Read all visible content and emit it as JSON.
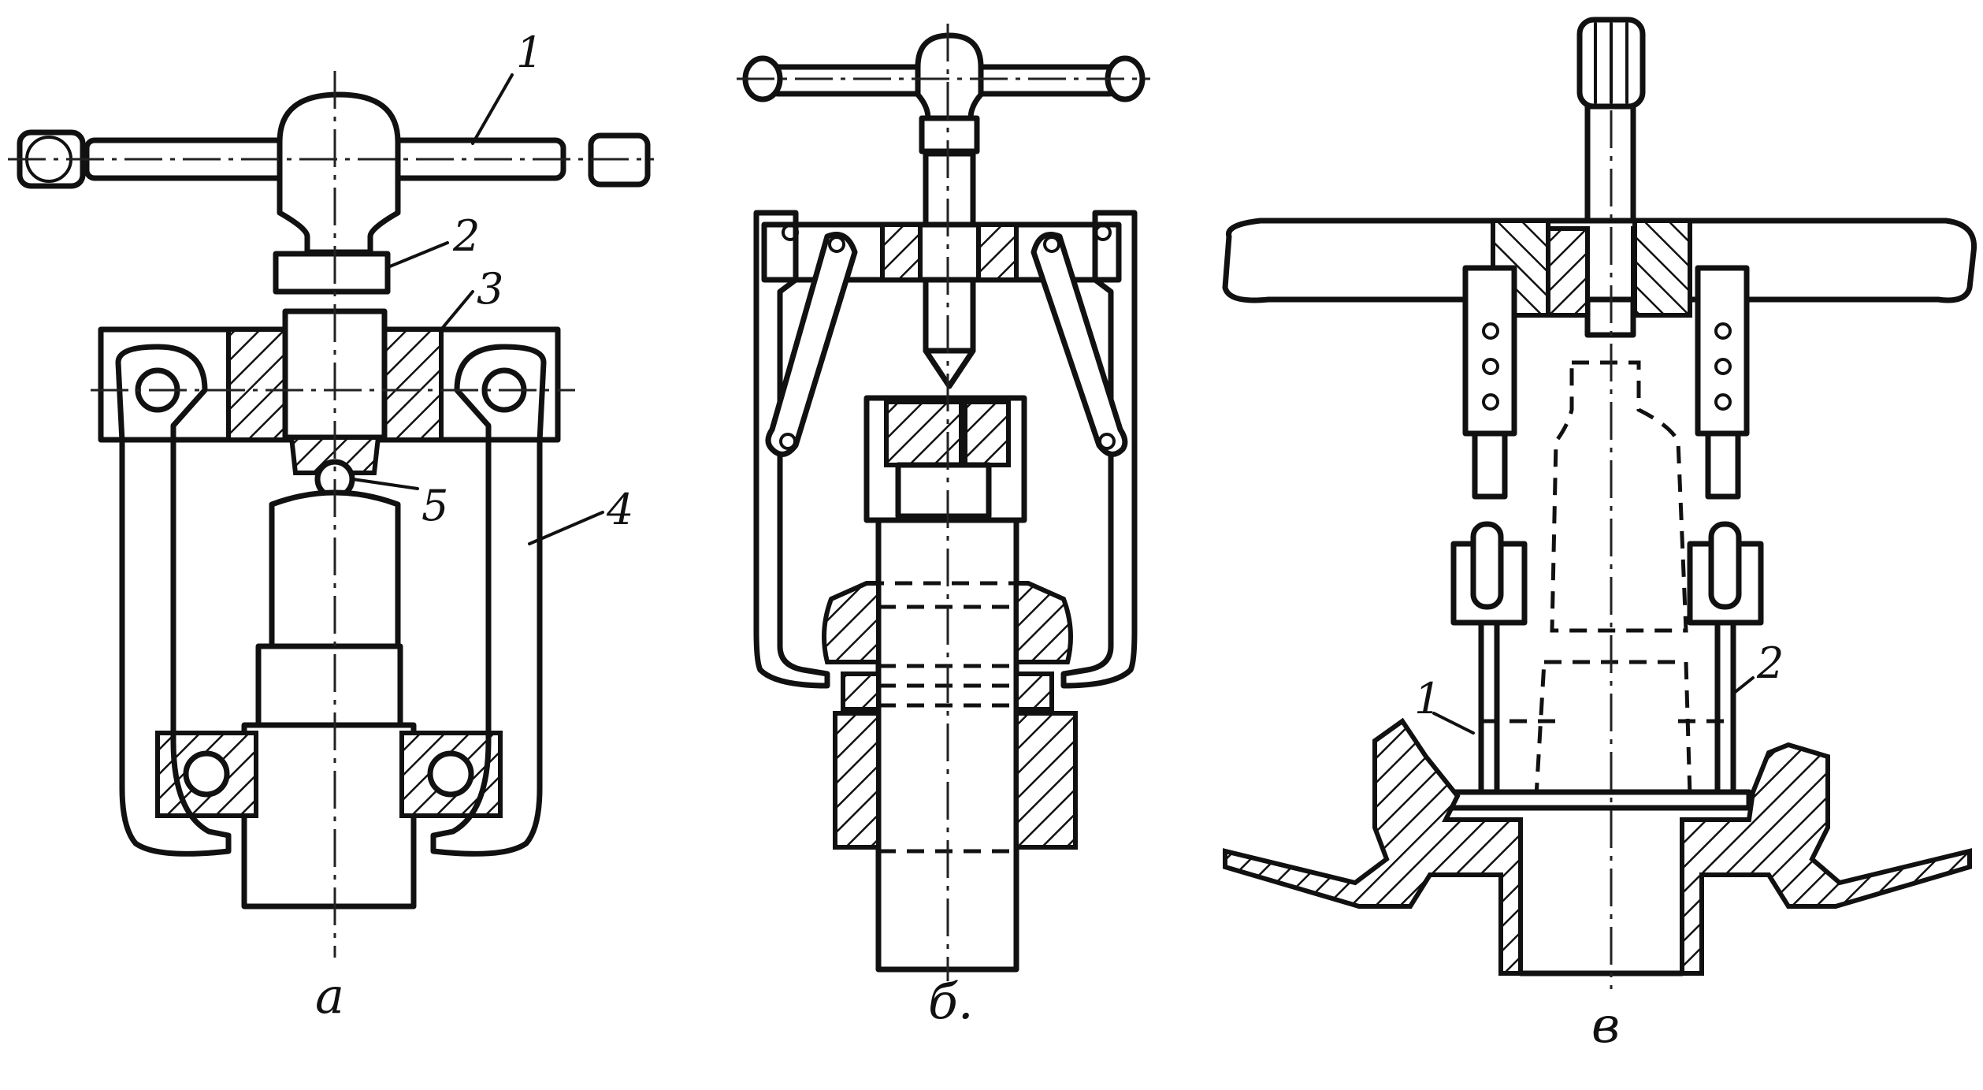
{
  "figures": [
    {
      "id": "a",
      "caption": "а",
      "labels": [
        "1",
        "2",
        "3",
        "5",
        "4"
      ]
    },
    {
      "id": "b",
      "caption": "б."
    },
    {
      "id": "v",
      "caption": "в",
      "labels": [
        "1",
        "2"
      ]
    }
  ],
  "colors": {
    "ink": "#111111",
    "paper": "#ffffff"
  }
}
